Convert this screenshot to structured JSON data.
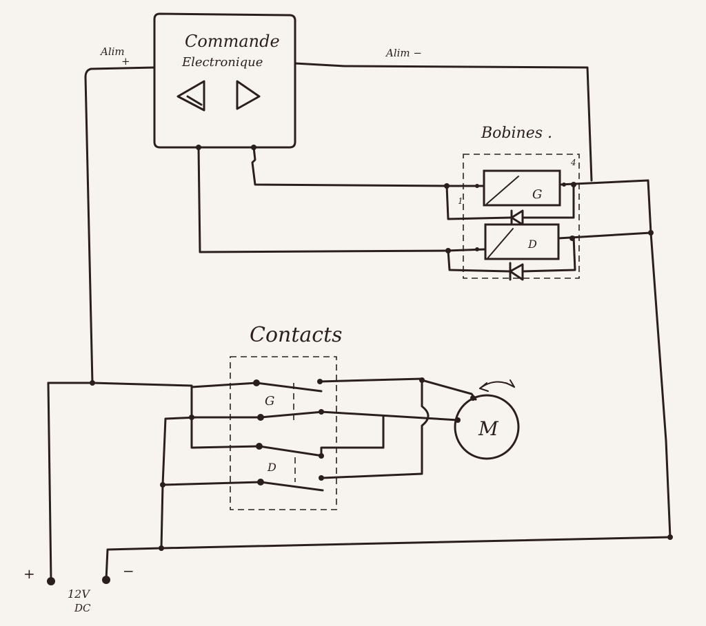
{
  "control_unit": {
    "title_line1": "Commande",
    "title_line2": "Electronique"
  },
  "power_labels": {
    "alim_plus": "Alim",
    "alim_plus_sign": "+",
    "alim_minus": "Alim −"
  },
  "coils": {
    "title": "Bobines .",
    "coil_left_letter": "G",
    "coil_right_letter": "D",
    "pin_1": "1",
    "pin_4": "4"
  },
  "contacts": {
    "title": "Contacts",
    "upper_letter": "G",
    "lower_letter": "D"
  },
  "motor": {
    "label": "M"
  },
  "supply": {
    "plus": "+",
    "minus": "−",
    "voltage": "12V",
    "type": "DC"
  }
}
